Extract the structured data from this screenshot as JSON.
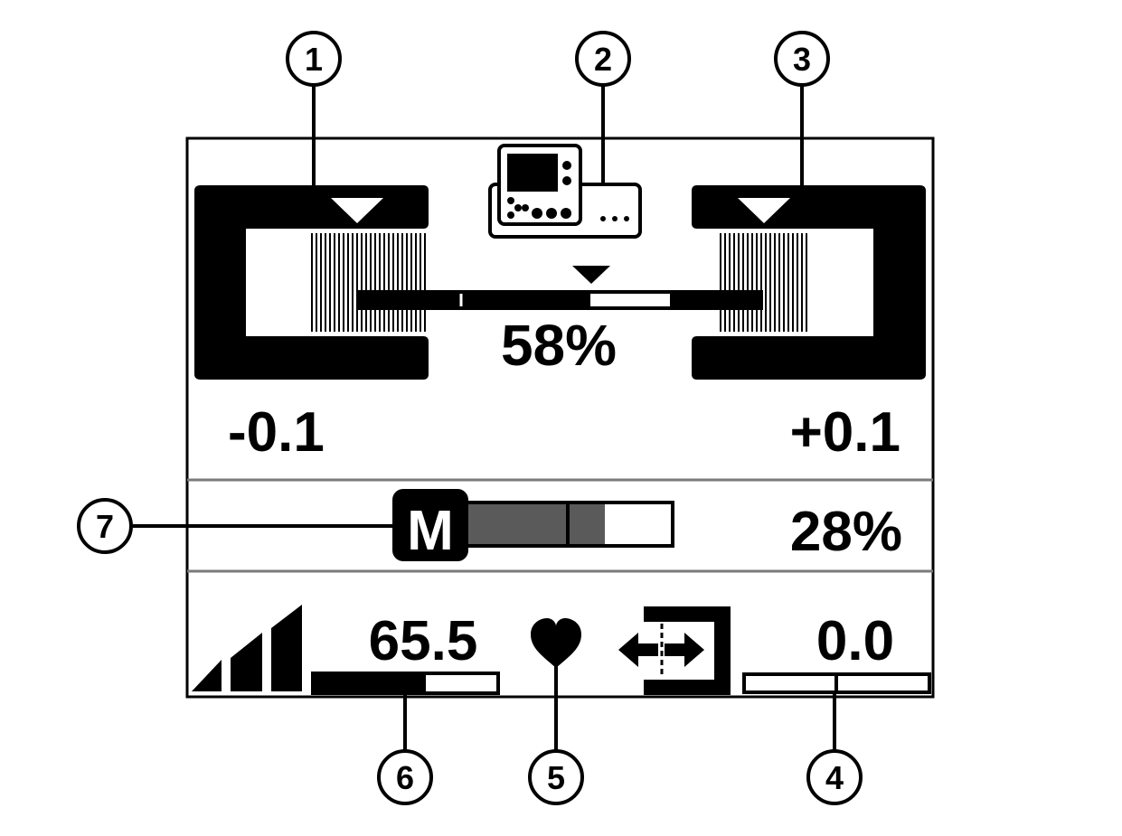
{
  "callouts": {
    "c1": "1",
    "c2": "2",
    "c3": "3",
    "c4": "4",
    "c5": "5",
    "c6": "6",
    "c7": "7"
  },
  "display": {
    "center_percent": "58%",
    "center_bar_fraction": 0.58,
    "left_value": "-0.1",
    "right_value": "+0.1",
    "mode_letter": "M",
    "mode_percent": "28%",
    "mode_bar_fraction": 0.72,
    "speed_value": "65.5",
    "speed_bar_fraction": 0.61,
    "right_bottom_value": "0.0",
    "signal_bars": 3
  },
  "icons": {
    "left": "left-nozzle-section-icon",
    "center": "controller-terminal-icon",
    "right": "right-nozzle-section-icon",
    "heart": "heart-icon",
    "signal": "signal-strength-icon",
    "width": "boom-width-icon"
  },
  "colors": {
    "ink": "#000000",
    "paper": "#ffffff",
    "bar_fill": "#5a5a5a",
    "divider": "#7a7a7a"
  }
}
